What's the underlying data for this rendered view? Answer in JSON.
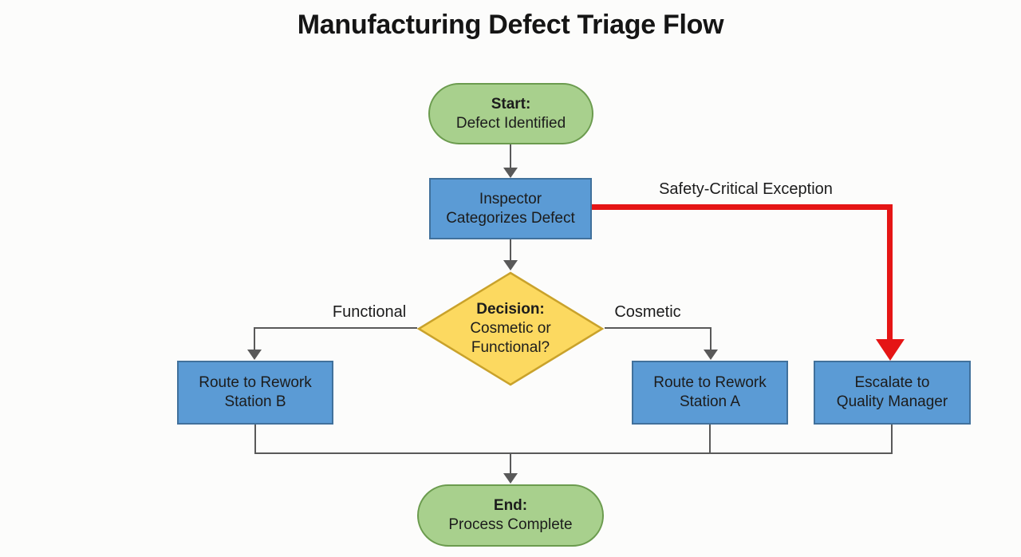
{
  "title": "Manufacturing Defect Triage Flow",
  "nodes": {
    "start": {
      "type": "terminator",
      "line1": "Start:",
      "line2": "Defect Identified"
    },
    "inspector": {
      "type": "process",
      "line1": "Inspector",
      "line2": "Categorizes Defect"
    },
    "decision": {
      "type": "decision",
      "line1": "Decision:",
      "line2": "Cosmetic or",
      "line3": "Functional?"
    },
    "station_b": {
      "type": "process",
      "line1": "Route to Rework",
      "line2": "Station B"
    },
    "station_a": {
      "type": "process",
      "line1": "Route to Rework",
      "line2": "Station A"
    },
    "escalate": {
      "type": "process",
      "line1": "Escalate to",
      "line2": "Quality Manager"
    },
    "end": {
      "type": "terminator",
      "line1": "End:",
      "line2": "Process Complete"
    }
  },
  "edge_labels": {
    "safety_critical": "Safety-Critical Exception",
    "functional": "Functional",
    "cosmetic": "Cosmetic"
  },
  "edges": [
    {
      "from": "start",
      "to": "inspector",
      "style": "gray"
    },
    {
      "from": "inspector",
      "to": "decision",
      "style": "gray"
    },
    {
      "from": "inspector",
      "to": "escalate",
      "style": "red",
      "label": "Safety-Critical Exception"
    },
    {
      "from": "decision",
      "to": "station_b",
      "style": "gray",
      "label": "Functional"
    },
    {
      "from": "decision",
      "to": "station_a",
      "style": "gray",
      "label": "Cosmetic"
    },
    {
      "from": "station_b",
      "to": "end",
      "style": "gray"
    },
    {
      "from": "station_a",
      "to": "end",
      "style": "gray"
    },
    {
      "from": "escalate",
      "to": "end",
      "style": "gray"
    }
  ],
  "colors": {
    "green_fill": "#a8d08d",
    "green_border": "#6b9b4e",
    "blue_fill": "#5b9bd5",
    "blue_border": "#41719c",
    "yellow_fill": "#fcd960",
    "yellow_border": "#c9a22b",
    "line_gray": "#595959",
    "red": "#e51515",
    "background": "#fcfcfb",
    "text": "#1c1c1c"
  }
}
